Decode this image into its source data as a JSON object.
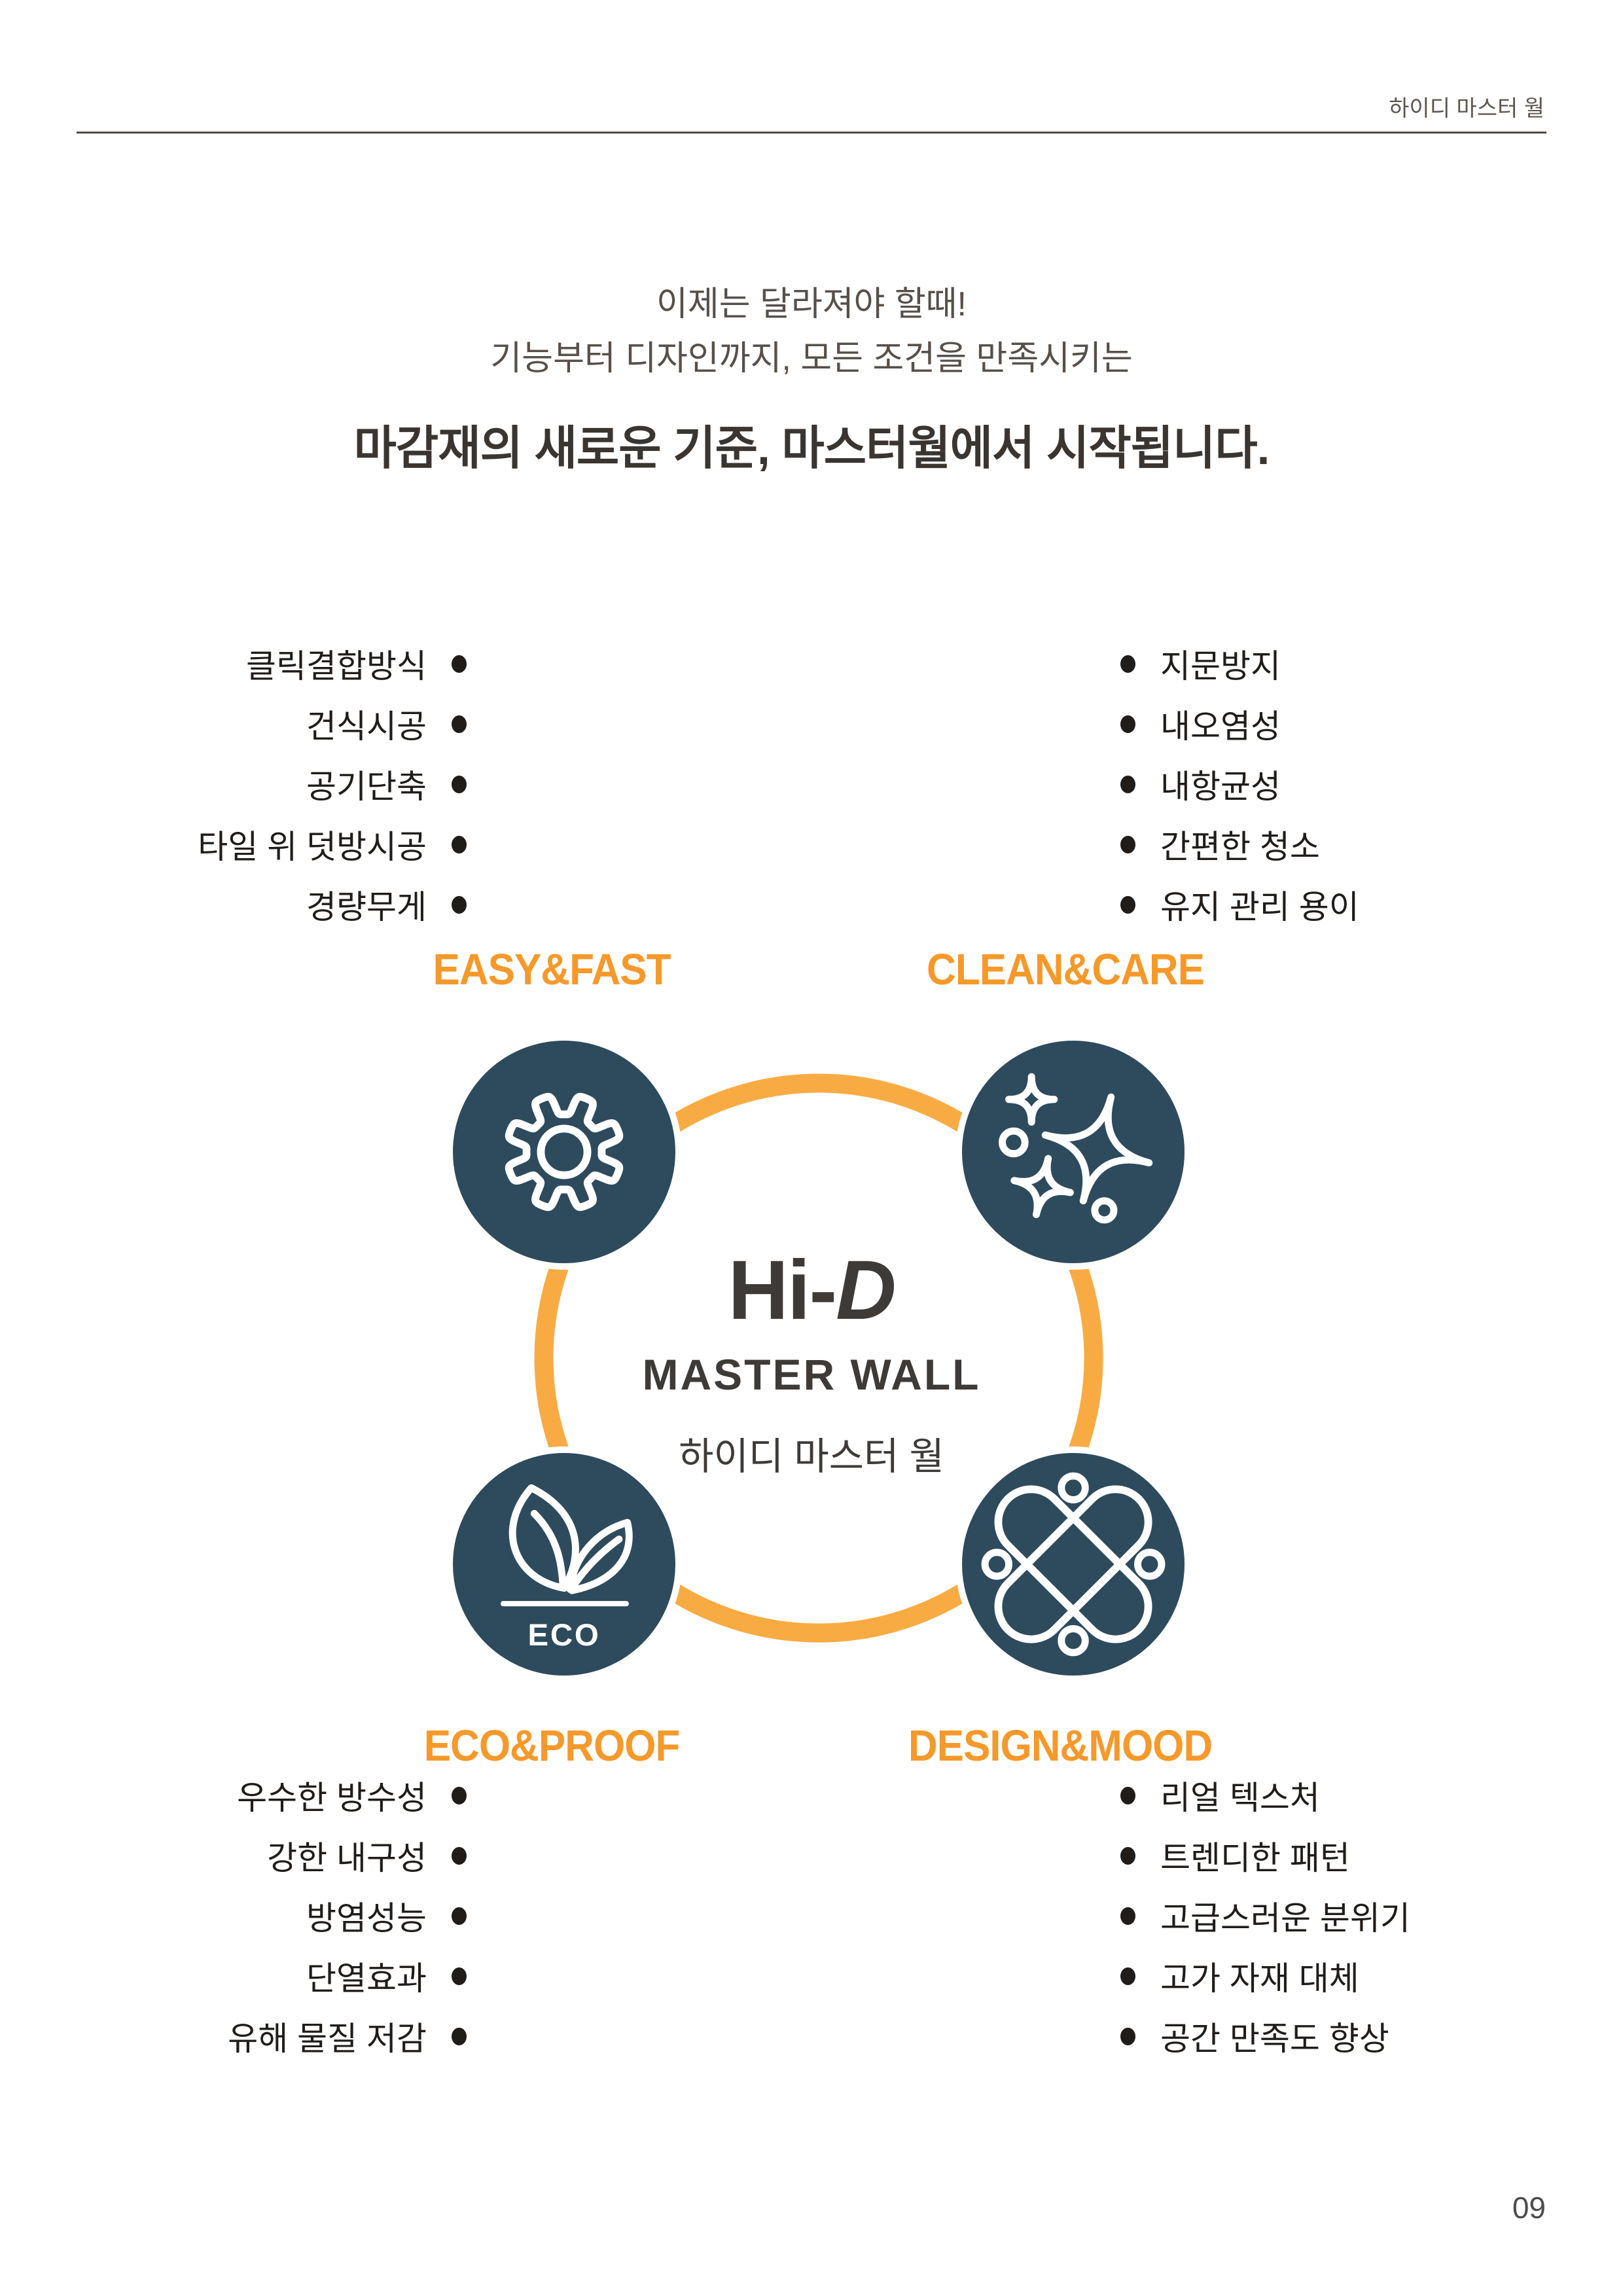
{
  "header": {
    "doc_title": "하이디 마스터 월"
  },
  "intro": {
    "line1": "이제는 달라져야 할때!",
    "line2": "기능부터 디자인까지, 모든 조건을 만족시키는",
    "headline": "마감재의 새로운 기준, 마스터월에서 시작됩니다."
  },
  "diagram": {
    "center": {
      "brand_prefix": "Hi-",
      "brand_suffix": "D",
      "product": "MASTER WALL",
      "product_ko": "하이디 마스터 월"
    },
    "quadrants": [
      {
        "id": "easy-fast",
        "label": "EASY&FAST",
        "icon": "gear-icon",
        "items": [
          "클릭결합방식",
          "건식시공",
          "공기단축",
          "타일 위 덧방시공",
          "경량무게"
        ]
      },
      {
        "id": "clean-care",
        "label": "CLEAN&CARE",
        "icon": "sparkles-icon",
        "items": [
          "지문방지",
          "내오염성",
          "내항균성",
          "간편한 청소",
          "유지 관리 용이"
        ]
      },
      {
        "id": "eco-proof",
        "label": "ECO&PROOF",
        "icon": "eco-leaves-icon",
        "badge": "ECO",
        "items": [
          "우수한 방수성",
          "강한 내구성",
          "방염성능",
          "단열효과",
          "유해 물질 저감"
        ]
      },
      {
        "id": "design-mood",
        "label": "DESIGN&MOOD",
        "icon": "clover-pattern-icon",
        "items": [
          "리얼 텍스처",
          "트렌디한 패턴",
          "고급스러운 분위기",
          "고가 자재 대체",
          "공간 만족도 향상"
        ]
      }
    ]
  },
  "footer": {
    "page_number": "09"
  },
  "colors": {
    "navy": "#2e4a5d",
    "ring_orange": "#f9ab43",
    "label_orange": "#f5992b",
    "headline": "#3a3531",
    "intro_gray": "#57504a",
    "list_text": "#1f1c1a"
  }
}
